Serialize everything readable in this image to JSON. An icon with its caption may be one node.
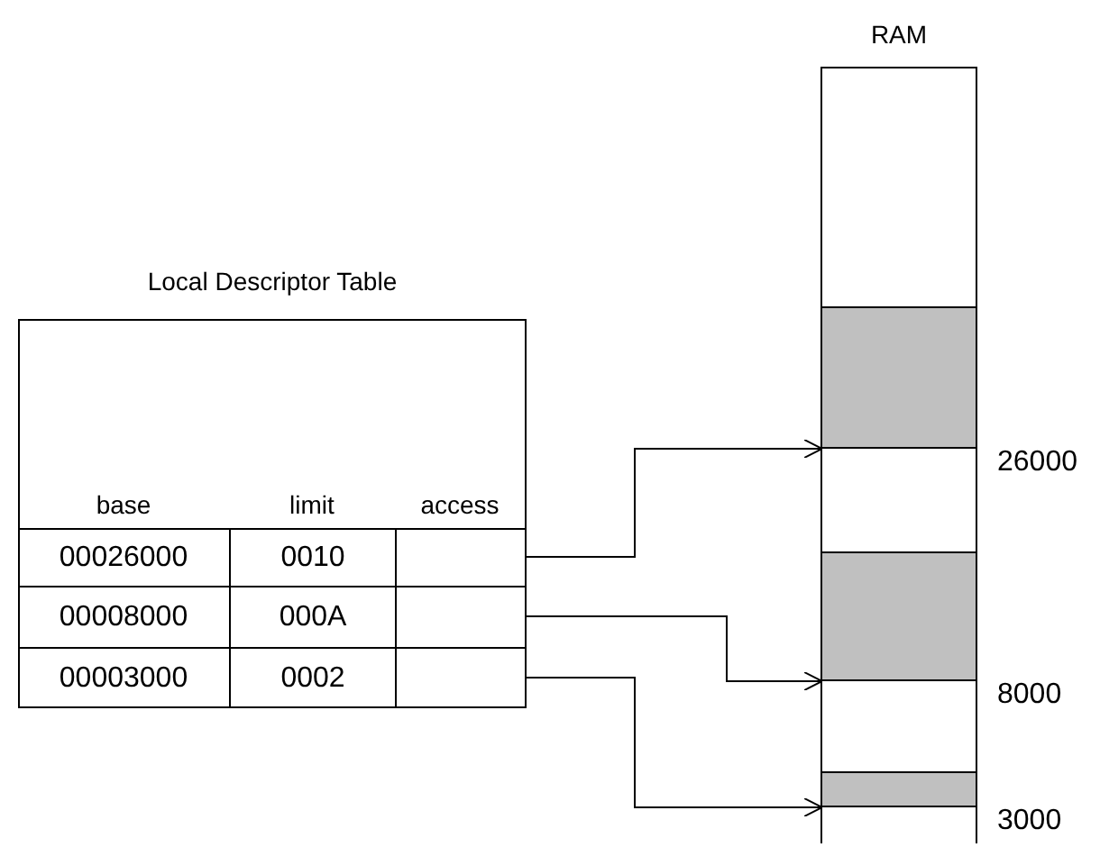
{
  "diagram": {
    "nodes": [
      {
        "text": [
          "Local Descriptor Table"
        ]
      },
      {
        "text": [
          "00026000",
          "0010"
        ],
        "in": 0
      },
      {
        "text": [
          "00008000",
          "000A"
        ],
        "in": 0
      },
      {
        "text": [
          "00003000",
          "0002"
        ],
        "in": 0
      },
      {
        "text": [
          "RAM"
        ]
      },
      {
        "text": [],
        "shape": "box",
        "in": 4,
        "beside": [
          "26000"
        ]
      },
      {
        "text": [],
        "shape": "box",
        "in": 4,
        "beside": [
          "8000"
        ]
      },
      {
        "text": [],
        "shape": "box",
        "in": 4,
        "beside": [
          "3000"
        ]
      }
    ],
    "edges": [
      {
        "from": 1,
        "to": 5,
        "arrow": "to"
      },
      {
        "from": 2,
        "to": 6,
        "arrow": "to"
      },
      {
        "from": 3,
        "to": 7,
        "arrow": "to"
      }
    ],
    "labels": [
      "base",
      "limit",
      "access"
    ]
  }
}
